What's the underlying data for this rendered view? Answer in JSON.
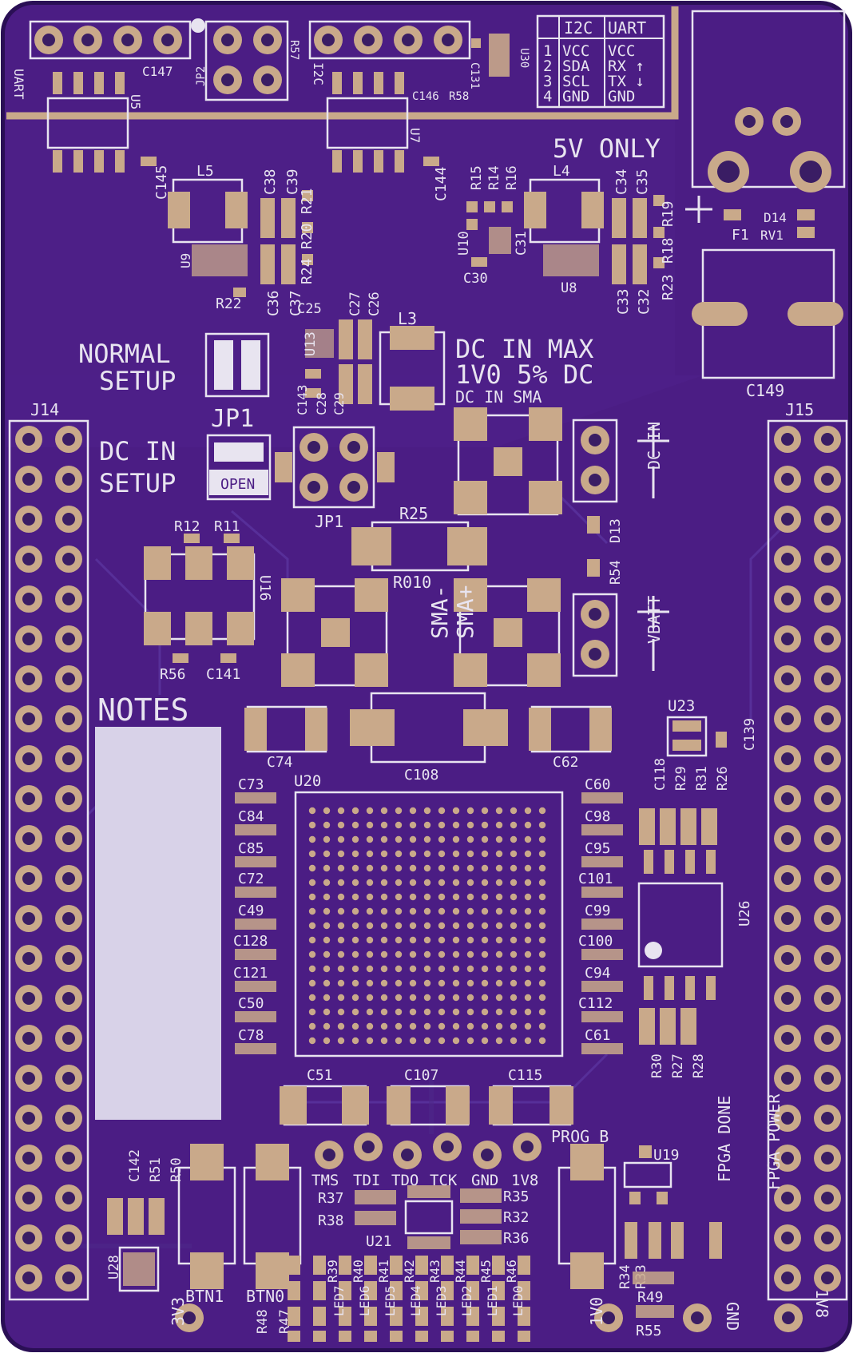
{
  "board": {
    "colors": {
      "soldermask": "#4b1d84",
      "silkscreen": "#e8e4f0",
      "copper_pad": "#c9a98a",
      "edge": "#2a0f55"
    },
    "headers": {
      "left": "J14",
      "right": "J15",
      "uart": "UART",
      "i2c": "I2C",
      "jp2": "JP2",
      "jp1_top": "JP1",
      "jp1_bottom": "JP1"
    },
    "pin_table": {
      "head": [
        "I2C",
        "UART"
      ],
      "rows": [
        {
          "n": "1",
          "i2c": "VCC",
          "uart": "VCC"
        },
        {
          "n": "2",
          "i2c": "SDA",
          "uart": "RX ↑"
        },
        {
          "n": "3",
          "i2c": "SCL",
          "uart": "TX ↓"
        },
        {
          "n": "4",
          "i2c": "GND",
          "uart": "GND"
        }
      ]
    },
    "notices": {
      "five_v": "5V ONLY",
      "normal": "NORMAL",
      "setup": "SETUP",
      "dc_in_max": "DC IN MAX",
      "dc_tol": "1V0 5% DC",
      "dc_in_sma": "DC IN SMA",
      "dc_in": "DC IN",
      "dc_setup": "SETUP",
      "open": "OPEN",
      "notes": "NOTES",
      "dc_in_v": "DC IN",
      "vbatt": "VBATT",
      "sma_minus": "SMA-",
      "sma_plus": "SMA+",
      "r010": "R010",
      "prog_b": "PROG_B",
      "fpga_done": "FPGA DONE",
      "fpga_power": "FPGA POWER"
    },
    "jtag": [
      "TMS",
      "TDI",
      "TDO",
      "TCK",
      "GND",
      "1V8"
    ],
    "bottom": {
      "v3v3": "3V3",
      "btn1": "BTN1",
      "btn0": "BTN0",
      "v1v0": "1V0",
      "gnd": "GND",
      "v1v8": "1V8",
      "leds": [
        "LED7",
        "LED6",
        "LED5",
        "LED4",
        "LED3",
        "LED2",
        "LED1",
        "LED0"
      ],
      "leds_r": [
        "R39",
        "R40",
        "R41",
        "R42",
        "R43",
        "R44",
        "R45",
        "R46"
      ]
    },
    "designators": {
      "c147": "C147",
      "u5": "U5",
      "r57": "R57",
      "c131": "C131",
      "c146": "C146",
      "r58": "R58",
      "u30": "U30",
      "u7": "U7",
      "c145": "C145",
      "l5": "L5",
      "c38": "C38",
      "c39": "C39",
      "r21": "R21",
      "r20": "R20",
      "r24": "R24",
      "u9": "U9",
      "r22": "R22",
      "c36": "C36",
      "c37": "C37",
      "c144": "C144",
      "r15": "R15",
      "r14": "R14",
      "r16": "R16",
      "l4": "L4",
      "c34": "C34",
      "c35": "C35",
      "r19": "R19",
      "u10": "U10",
      "c31": "C31",
      "c30": "C30",
      "u8": "U8",
      "c33": "C33",
      "c32": "C32",
      "r23": "R23",
      "r18": "R18",
      "d14": "D14",
      "f1": "F1",
      "rv1": "RV1",
      "c149": "C149",
      "c25": "C25",
      "c27": "C27",
      "c26": "C26",
      "u13": "U13",
      "c143": "C143",
      "c28": "C28",
      "c29": "C29",
      "l3": "L3",
      "r12": "R12",
      "r11": "R11",
      "u16": "U16",
      "r56": "R56",
      "c141": "C141",
      "r25": "R25",
      "d13": "D13",
      "r54": "R54",
      "c74": "C74",
      "c108": "C108",
      "c62": "C62",
      "u23": "U23",
      "c139": "C139",
      "c73": "C73",
      "u20": "U20",
      "c60": "C60",
      "c118": "C118",
      "r29": "R29",
      "r31": "R31",
      "r26": "R26",
      "c84": "C84",
      "c85": "C85",
      "c72": "C72",
      "c49": "C49",
      "c128": "C128",
      "c121": "C121",
      "c50": "C50",
      "c78": "C78",
      "c98": "C98",
      "c95": "C95",
      "c101": "C101",
      "c99": "C99",
      "c100": "C100",
      "c94": "C94",
      "c112": "C112",
      "c61": "C61",
      "u26": "U26",
      "r30": "R30",
      "r27": "R27",
      "r28": "R28",
      "c51": "C51",
      "c107": "C107",
      "c115": "C115",
      "u19": "U19",
      "c142": "C142",
      "r51": "R51",
      "r50": "R50",
      "r37": "R37",
      "r38": "R38",
      "r35": "R35",
      "r32": "R32",
      "r36": "R36",
      "u21": "U21",
      "u28": "U28",
      "r34": "R34",
      "r33": "R33",
      "r49": "R49",
      "r55": "R55",
      "r48": "R48",
      "r47": "R47"
    }
  }
}
